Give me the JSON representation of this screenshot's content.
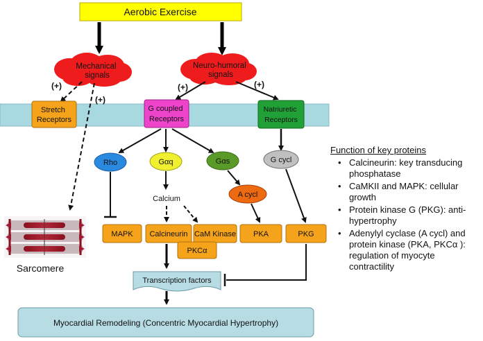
{
  "title": "Aerobic Exercise",
  "nodes": {
    "mechanical": "Mechanical signals",
    "neurohumoral": "Neuro-humoral signals",
    "stretch": "Stretch Receptors",
    "gcoupled": "G coupled Receptors",
    "natriuretic": "Natriuretic Receptors",
    "rho": "Rho",
    "gaq": "Gαq",
    "gas": "Gαs",
    "gcycl": "G cycl",
    "acycl": "A cycl",
    "calcium": "Calcium",
    "sarcomere": "Sarcomere",
    "mapk": "MAPK",
    "calcineurin": "Calcineurin",
    "camkinase": "CaM Kinase",
    "pkca": "PKCα",
    "pka": "PKA",
    "pkg": "PKG",
    "transcription": "Transcription factors",
    "remodeling": "Myocardial Remodeling (Concentric Myocardial Hypertrophy)"
  },
  "signs": {
    "mech_left": "(+)",
    "mech_right": "(+)",
    "neuro_left": "(+)",
    "neuro_right": "(+)"
  },
  "legend": {
    "title": "Function of key proteins",
    "items": [
      "Calcineurin: key transducing phosphatase",
      "CaMKII and MAPK: cellular growth",
      "Protein kinase G (PKG): anti-hypertrophy",
      "Adenylyl cyclase (A cycl) and protein kinase (PKA, PKCα ): regulation of myocyte contractility"
    ]
  },
  "colors": {
    "exercise": "#ffff00",
    "cloud": "#ee1c1c",
    "membrane": "#a8d8e0",
    "gcoupled": "#ee44cc",
    "natriuretic": "#22a038",
    "stretch": "#f5a31a",
    "rho": "#2a8ae0",
    "gaq": "#f0f030",
    "gas": "#5a9a28",
    "gcycl": "#c0c0c0",
    "acycl": "#ee6a10",
    "kinase": "#f5a31a",
    "transcription": "#b8dce4",
    "remodeling": "#b8dce4"
  }
}
